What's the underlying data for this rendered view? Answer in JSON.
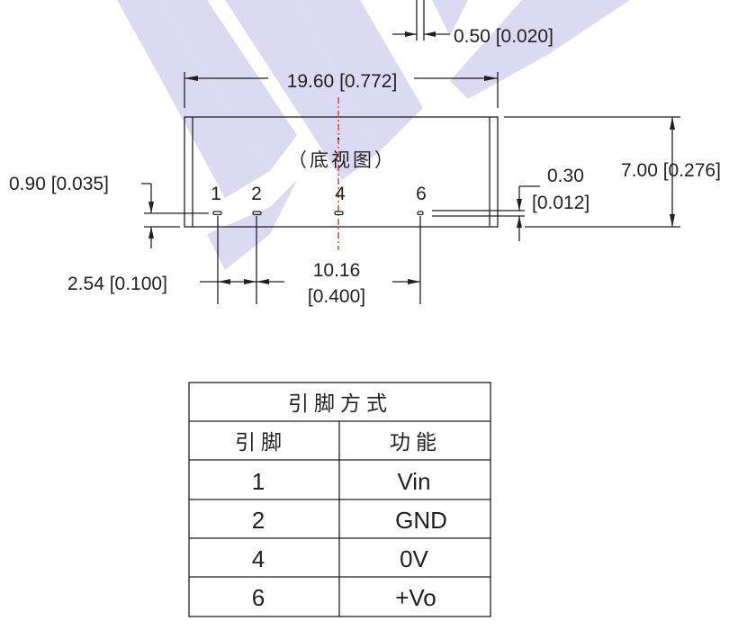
{
  "drawing": {
    "view_label": "（底视图）",
    "dims": {
      "pin_width": "0.50 [0.020]",
      "length": "19.60 [0.772]",
      "height": "7.00 [0.276]",
      "standoff_top": "0.30",
      "standoff_bottom": "[0.012]",
      "pin_offset": "0.90 [0.035]",
      "pitch": "2.54 [0.100]",
      "span_top": "10.16",
      "span_bottom": "[0.400]"
    },
    "pins": [
      "1",
      "2",
      "4",
      "6"
    ],
    "colors": {
      "line": "#231f20",
      "centerline": "#e0452a",
      "watermark": "#dcdaf2"
    }
  },
  "table": {
    "title": "引脚方式",
    "headers": [
      "引脚",
      "功能"
    ],
    "rows": [
      {
        "pin": "1",
        "function": "Vin"
      },
      {
        "pin": "2",
        "function": "GND"
      },
      {
        "pin": "4",
        "function": "0V"
      },
      {
        "pin": "6",
        "function": "+Vo"
      }
    ]
  }
}
